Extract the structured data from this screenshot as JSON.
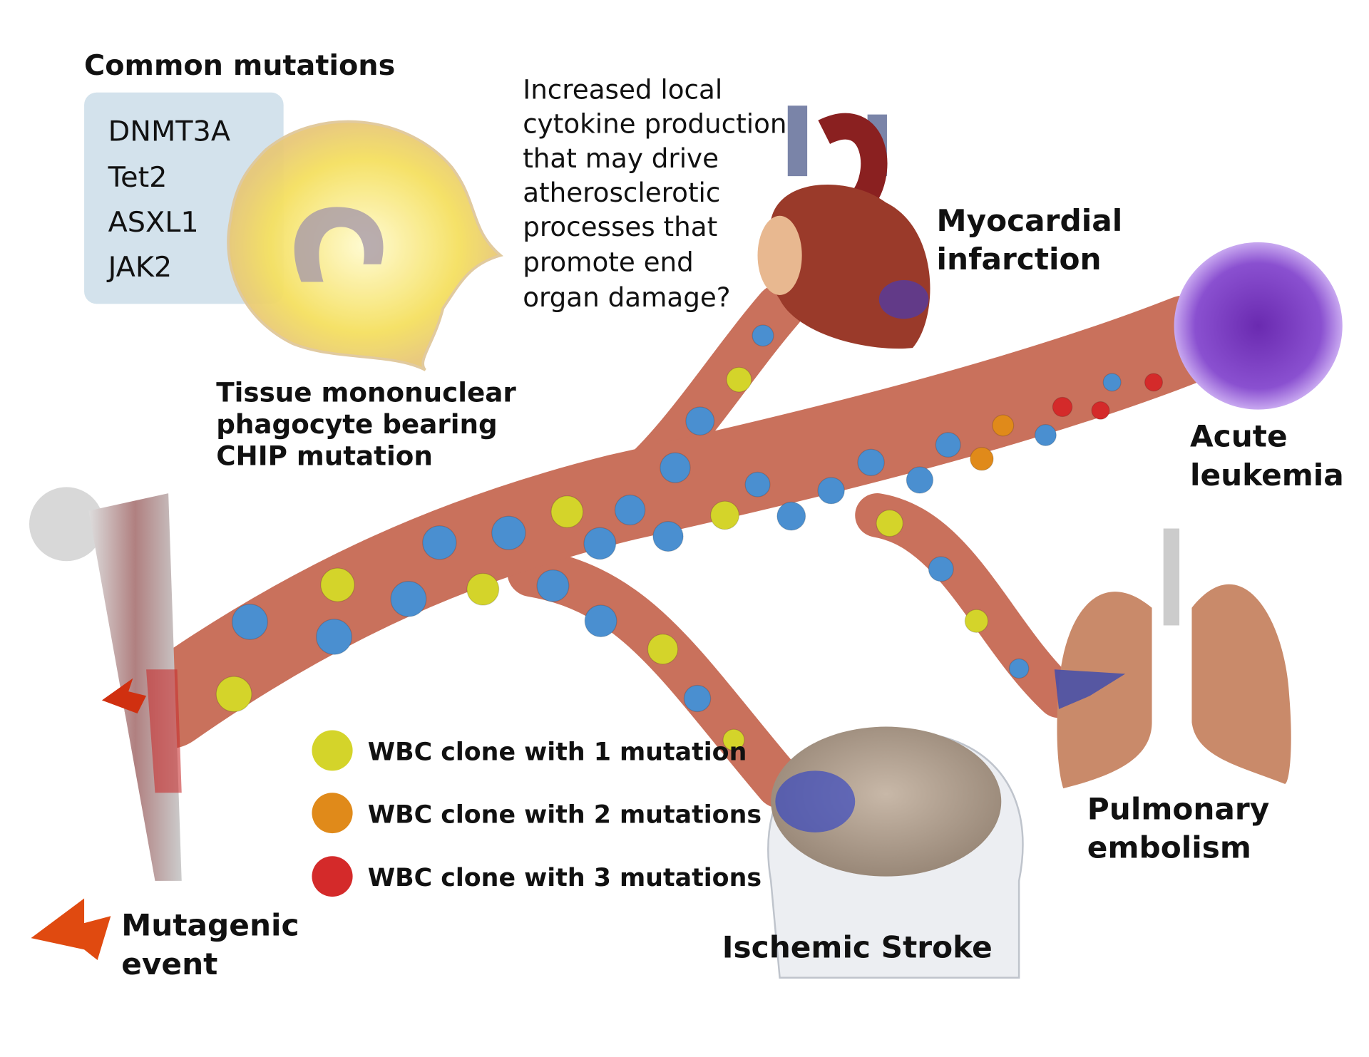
{
  "mutations": {
    "title": "Common mutations",
    "genes": [
      "DNMT3A",
      "Tet2",
      "ASXL1",
      "JAK2"
    ]
  },
  "phagocyte_label": [
    "Tissue mononuclear",
    "phagocyte bearing",
    "CHIP mutation"
  ],
  "question": [
    "Increased local",
    "cytokine production",
    "that may drive",
    "atherosclerotic",
    "processes that",
    "promote end",
    "organ damage?"
  ],
  "outcomes": {
    "mi": [
      "Myocardial",
      "infarction"
    ],
    "leukemia": [
      "Acute",
      "leukemia"
    ],
    "pe": [
      "Pulmonary",
      "embolism"
    ],
    "stroke": [
      "Ischemic Stroke"
    ]
  },
  "mutagenic": [
    "Mutagenic",
    "event"
  ],
  "legend": [
    {
      "label": "WBC clone with 1 mutation",
      "color": "#d4d42a"
    },
    {
      "label": "WBC clone with 2 mutations",
      "color": "#e08a1a"
    },
    {
      "label": "WBC clone with 3 mutations",
      "color": "#d42a2a"
    }
  ],
  "colors": {
    "vessel": "#c9715c",
    "normal_wbc": "#4a8fd0",
    "box": "#d3e2ec"
  }
}
